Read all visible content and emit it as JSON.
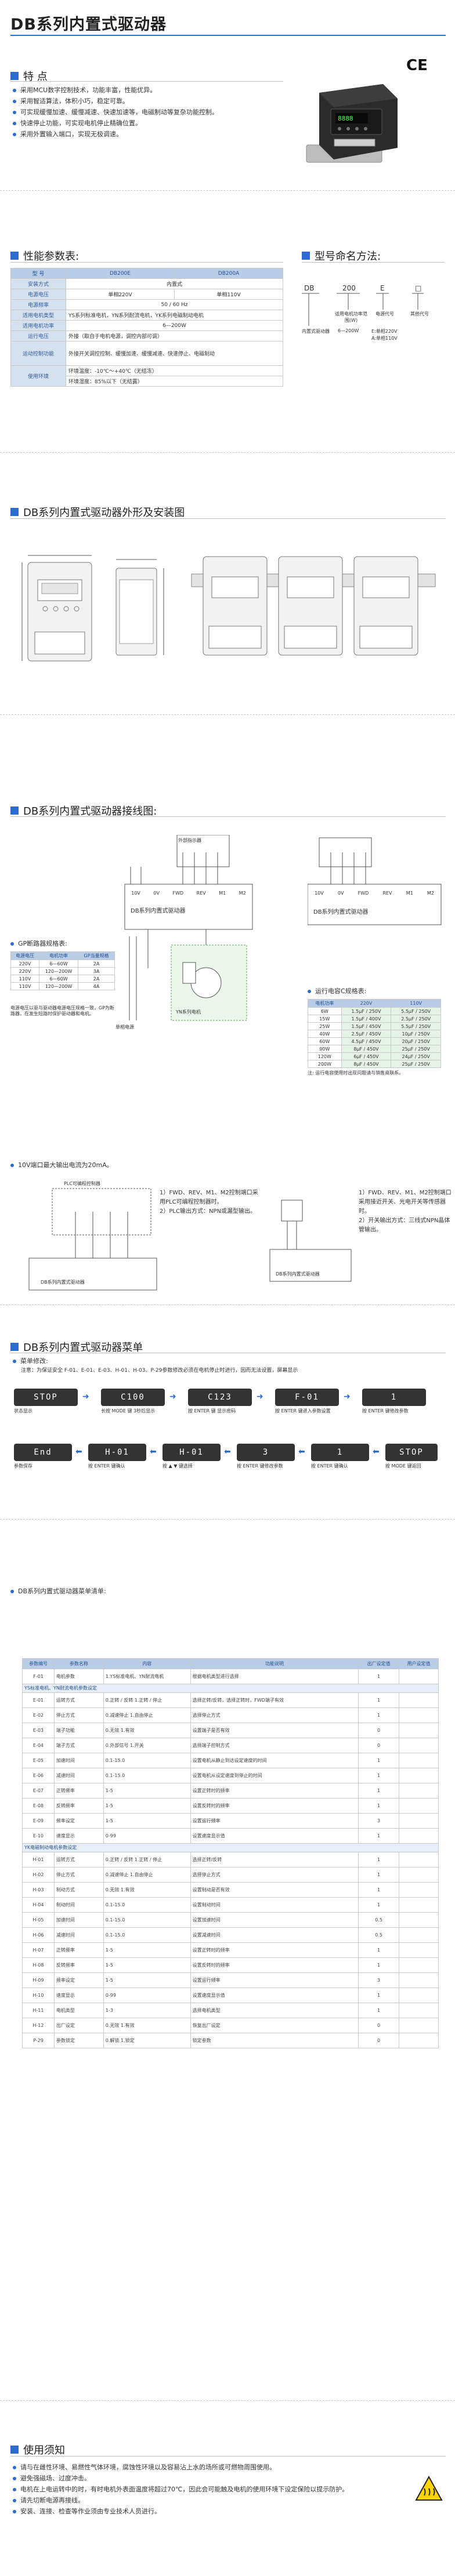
{
  "title": "DB系列内置式驱动器",
  "ce_mark": "CE",
  "features": {
    "heading": "特 点",
    "items": [
      "采用MCU数字控制技术，功能丰富，性能优异。",
      "采用智适算法，体积小巧，稳定可靠。",
      "可实现缓慢加速、缓慢减速、快速加速等，电磁制动等复杂功能控制。",
      "快速停止功能，可实现电机停止精确位置。",
      "采用外置输入端口，实现无极调速。"
    ]
  },
  "spec": {
    "heading": "性能参数表:",
    "rows": [
      {
        "label": "型 号",
        "values": [
          "DB200E",
          "DB200A"
        ]
      },
      {
        "label": "安装方式",
        "values": [
          "内置式"
        ]
      },
      {
        "label": "电源电压",
        "values": [
          "单相220V",
          "单相110V"
        ]
      },
      {
        "label": "电源频率",
        "values": [
          "50 / 60 Hz"
        ]
      },
      {
        "label": "适用电机类型",
        "values": [
          "YS系列标准电机，YN系列耐流电机，YK系列电磁制动电机"
        ]
      },
      {
        "label": "适用电机功率",
        "values": [
          "6—200W"
        ]
      },
      {
        "label": "运行电压",
        "values": [
          "外接（取自于电机电源，调控内部可调）"
        ]
      },
      {
        "label": "运动控制功能",
        "values": [
          "外接开关调控控制、缓慢加速、缓慢减速、快速停止、电磁制动"
        ]
      },
      {
        "label": "使用环境",
        "values": [
          "环境温度：-10℃～+40℃（无结冻）",
          "环境湿度：85%以下（无结露）"
        ]
      }
    ]
  },
  "model": {
    "heading": "型号命名方法:",
    "codes": [
      "DB",
      "200",
      "E",
      "□"
    ],
    "labels": [
      "内置式驱动器",
      "适用电机功率范围(W)",
      "电源代号",
      "其他代号"
    ],
    "power_values": [
      "6—200W"
    ],
    "voltage_values": [
      "E:单相220V",
      "A:单相110V"
    ]
  },
  "section_dims": {
    "heading": "DB系列内置式驱动器外形及安装图"
  },
  "section_wiring": {
    "heading": "DB系列内置式驱动器接线图:",
    "terminals": [
      "10V",
      "0V",
      "FWD",
      "REV",
      "M1",
      "M2"
    ],
    "device_label": "DB系列内置式驱动器",
    "external_label": "外部指示器",
    "gp_table": {
      "title": "GP断路器规格表:",
      "headers": [
        "电源电压",
        "电机功率",
        "GP当量规格"
      ],
      "rows": [
        [
          "220V",
          "6—60W",
          "2A"
        ],
        [
          "220V",
          "120—200W",
          "3A"
        ],
        [
          "110V",
          "6—60W",
          "2A"
        ],
        [
          "110V",
          "120—200W",
          "4A"
        ]
      ],
      "note": "电源电压以驱与驱动器电源电压规格一致，GP为断路器，在发生短路时保护驱动器和电机。"
    },
    "cap_table": {
      "title": "运行电容C规格表:",
      "headers": [
        "电机功率",
        "220V",
        "110V"
      ],
      "rows": [
        [
          "6W",
          "1.5μF / 250V",
          "5.5μF / 250V"
        ],
        [
          "15W",
          "1.5μF / 400V",
          "2.5μF / 250V"
        ],
        [
          "25W",
          "1.5μF / 450V",
          "5.5μF / 250V"
        ],
        [
          "40W",
          "2.5μF / 450V",
          "10μF / 250V"
        ],
        [
          "60W",
          "4.5μF / 450V",
          "20μF / 250V"
        ],
        [
          "90W",
          "8μF / 450V",
          "25μF / 250V"
        ],
        [
          "120W",
          "6μF / 450V",
          "24μF / 250V"
        ],
        [
          "200W",
          "8μF / 450V",
          "25μF / 250V"
        ]
      ],
      "note": "注: 运行电容使用时出现问题请与销售商联系。"
    },
    "power_label": "单相电源",
    "motor_label": "YN系列电机",
    "inputs_note": "10V端口最大输出电流为20mA。",
    "desc_left": [
      "1）FWD、REV、M1、M2控制端口采用PLC可编程控制器时。",
      "2）PLC输出方式：NPN或漏型输出。"
    ],
    "desc_right": [
      "1）FWD、REV、M1、M2控制端口采用接近开关、光电开关等传感器时。",
      "2）开关输出方式：三线式NPN晶体管输出。"
    ],
    "plc_label": "PLC可编程控制器"
  },
  "section_menu": {
    "heading": "DB系列内置式驱动器菜单",
    "sub": "菜单修改:",
    "intro": "注意：为保证安全 F-01、E-01、E-03、H-01、H-03、P-29参数修改必须在电机停止时进行，因而无法设置，屏幕显示",
    "flow1": [
      {
        "lcd": "STOP",
        "cap": "状态显示"
      },
      {
        "lcd": "C100",
        "cap": "长按 MODE 键 3秒后显示"
      },
      {
        "lcd": "C123",
        "cap": "按 ENTER 键 显示密码"
      },
      {
        "lcd": "F-01",
        "cap": "按 ENTER 键进入参数设置"
      },
      {
        "lcd": "1",
        "cap": "按 ENTER 键修改参数"
      }
    ],
    "flow2": [
      {
        "lcd": "End",
        "cap": "参数保存"
      },
      {
        "lcd": "H-01",
        "cap": "按 ENTER 键确认"
      },
      {
        "lcd": "H-01",
        "cap": "按 ▲ ▼ 键选择"
      },
      {
        "lcd": "3",
        "cap": "按 ENTER 键修改参数"
      },
      {
        "lcd": "1",
        "cap": "按 ENTER 键确认"
      },
      {
        "lcd": "STOP",
        "cap": "按 MODE 键返回"
      }
    ]
  },
  "section_params": {
    "heading": "DB系列内置式驱动器菜单清单:",
    "headers": [
      "参数编号",
      "参数名称",
      "内容",
      "功能说明",
      "出厂设定值",
      "用户设定值"
    ],
    "rows": [
      {
        "type": "row",
        "cells": [
          "F-01",
          "电机参数",
          "1.YS标准电机、YN耐流电机",
          "根据电机类型进行选择",
          "1",
          ""
        ]
      },
      {
        "type": "grp",
        "cells": [
          "YS标准电机、YN耐流电机参数设定"
        ]
      },
      {
        "type": "row",
        "cells": [
          "E-01",
          "运转方式",
          "0.正转 / 反转  1.正转 / 停止",
          "选择正转/反转，选择正转时，FWD端子有效",
          "1",
          ""
        ]
      },
      {
        "type": "row",
        "cells": [
          "E-02",
          "停止方式",
          "0.减速停止 1.自由停止",
          "选择停止方式",
          "1",
          ""
        ]
      },
      {
        "type": "row",
        "cells": [
          "E-03",
          "端子功能",
          "0.无效 1.有效",
          "设置端子是否有效",
          "0",
          ""
        ]
      },
      {
        "type": "row",
        "cells": [
          "E-04",
          "端子方式",
          "0.外部信号 1.开关",
          "选择端子控制方式",
          "0",
          ""
        ]
      },
      {
        "type": "row",
        "cells": [
          "E-05",
          "加速时间",
          "0.1-15.0",
          "设置电机从静止到达设定速度的时间",
          "1",
          ""
        ]
      },
      {
        "type": "row",
        "cells": [
          "E-06",
          "减速时间",
          "0.1-15.0",
          "设置电机从设定速度到停止的时间",
          "1",
          ""
        ]
      },
      {
        "type": "row",
        "cells": [
          "E-07",
          "正转频率",
          "1-5",
          "设置正转时的频率",
          "1",
          ""
        ]
      },
      {
        "type": "row",
        "cells": [
          "E-08",
          "反转频率",
          "1-5",
          "设置反转时的频率",
          "1",
          ""
        ]
      },
      {
        "type": "row",
        "cells": [
          "E-09",
          "频率设定",
          "1-5",
          "设置运行频率",
          "3",
          ""
        ]
      },
      {
        "type": "row",
        "cells": [
          "E-10",
          "速度显示",
          "0-99",
          "设置速度显示值",
          "1",
          ""
        ]
      },
      {
        "type": "grp",
        "cells": [
          "YK电磁制动电机参数设定"
        ]
      },
      {
        "type": "row",
        "cells": [
          "H-01",
          "运转方式",
          "0.正转 / 反转  1.正转 / 停止",
          "选择正转/反转",
          "1",
          ""
        ]
      },
      {
        "type": "row",
        "cells": [
          "H-02",
          "停止方式",
          "0.减速停止 1.自由停止",
          "选择停止方式",
          "1",
          ""
        ]
      },
      {
        "type": "row",
        "cells": [
          "H-03",
          "制动方式",
          "0.无效 1.有效",
          "设置制动是否有效",
          "1",
          ""
        ]
      },
      {
        "type": "row",
        "cells": [
          "H-04",
          "制动时间",
          "0.1-15.0",
          "设置制动时间",
          "1",
          ""
        ]
      },
      {
        "type": "row",
        "cells": [
          "H-05",
          "加速时间",
          "0.1-15.0",
          "设置加速时间",
          "0.5",
          ""
        ]
      },
      {
        "type": "row",
        "cells": [
          "H-06",
          "减速时间",
          "0.1-15.0",
          "设置减速时间",
          "0.5",
          ""
        ]
      },
      {
        "type": "row",
        "cells": [
          "H-07",
          "正转频率",
          "1-5",
          "设置正转时的频率",
          "1",
          ""
        ]
      },
      {
        "type": "row",
        "cells": [
          "H-08",
          "反转频率",
          "1-5",
          "设置反转时的频率",
          "1",
          ""
        ]
      },
      {
        "type": "row",
        "cells": [
          "H-09",
          "频率设定",
          "1-5",
          "设置运行频率",
          "3",
          ""
        ]
      },
      {
        "type": "row",
        "cells": [
          "H-10",
          "速度显示",
          "0-99",
          "设置速度显示值",
          "1",
          ""
        ]
      },
      {
        "type": "row",
        "cells": [
          "H-11",
          "电机类型",
          "1-3",
          "选择电机类型",
          "1",
          ""
        ]
      },
      {
        "type": "row",
        "cells": [
          "H-12",
          "出厂设定",
          "0.无效 1.有效",
          "恢复出厂设定",
          "0",
          ""
        ]
      },
      {
        "type": "row",
        "cells": [
          "P-29",
          "参数锁定",
          "0.解锁 1.锁定",
          "锁定参数",
          "0",
          ""
        ]
      }
    ]
  },
  "section_notes": {
    "heading": "使用须知",
    "items": [
      "请与在雌性环境、易燃性气体环境，腐蚀性环境以及容易沾上水的场所或可燃物周围使用。",
      "避免强磁场、过度冲击。",
      "电机在上电运转中的时，有时电机外表面温度将超过70℃，因此会可能触及电机的使用环境下设定保险以提示防护。",
      "请先切断电源再接线。",
      "安装、连接、检查等作业须由专业技术人员进行。"
    ]
  }
}
